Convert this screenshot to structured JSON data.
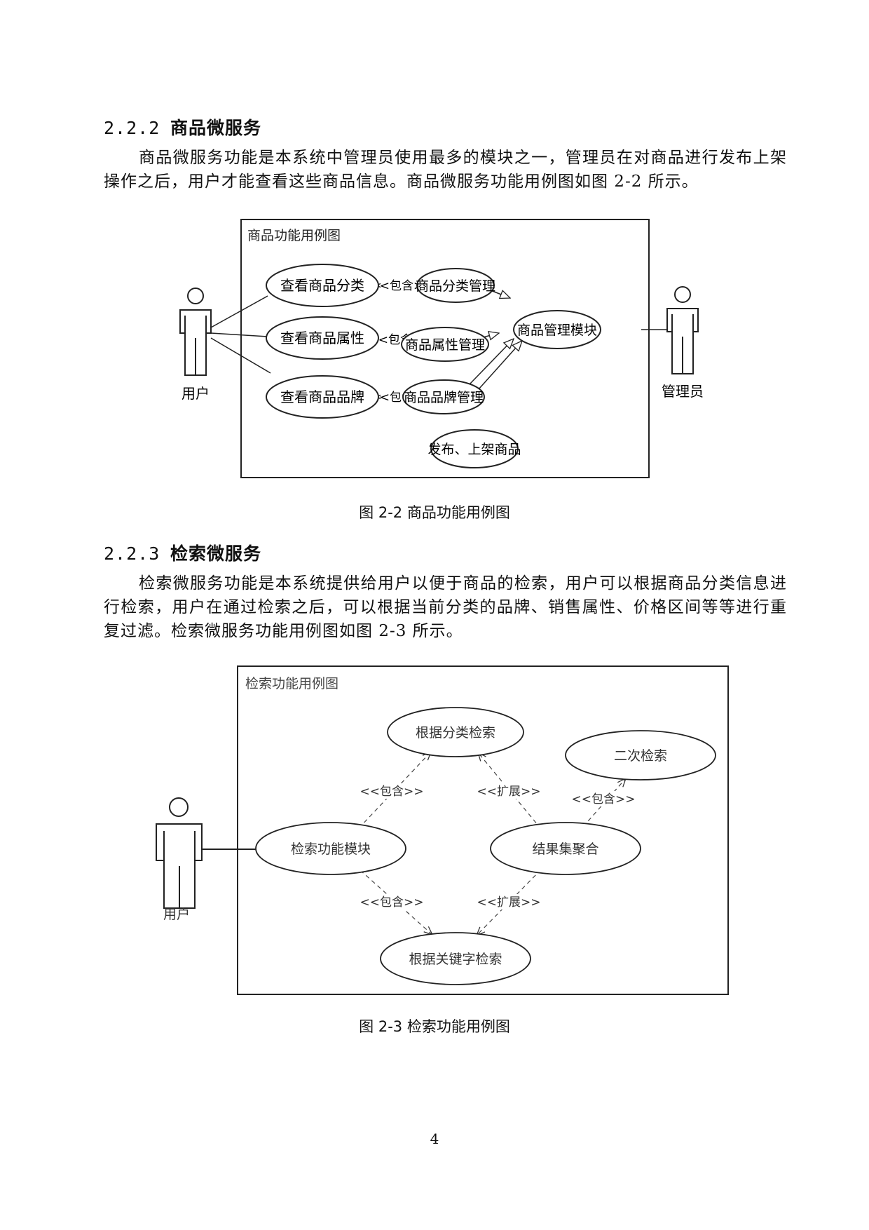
{
  "section_222": {
    "number": "2.2.2",
    "title": "商品微服务"
  },
  "para_222": "商品微服务功能是本系统中管理员使用最多的模块之一，管理员在对商品进行发布上架操作之后，用户才能查看这些商品信息。商品微服务功能用例图如图 2-2 所示。",
  "fig_22": {
    "frame_title": "商品功能用例图",
    "actor_user": "用户",
    "actor_admin": "管理员",
    "uc_view_category": "查看商品分类",
    "uc_view_attr": "查看商品属性",
    "uc_view_brand": "查看商品品牌",
    "uc_category_mgmt": "商品分类管理",
    "uc_attr_mgmt": "商品属性管理",
    "uc_brand_mgmt": "商品品牌管理",
    "uc_mgmt_module": "商品管理模块",
    "uc_publish": "发布、上架商品",
    "include": "<<包含>>",
    "caption": "图 2-2  商品功能用例图"
  },
  "section_223": {
    "number": "2.2.3",
    "title": "检索微服务"
  },
  "para_223": "检索微服务功能是本系统提供给用户以便于商品的检索，用户可以根据商品分类信息进行检索，用户在通过检索之后，可以根据当前分类的品牌、销售属性、价格区间等等进行重复过滤。检索微服务功能用例图如图 2-3 所示。",
  "fig_23": {
    "frame_title": "检索功能用例图",
    "actor_user": "用户",
    "uc_by_category": "根据分类检索",
    "uc_secondary": "二次检索",
    "uc_search_module": "检索功能模块",
    "uc_result_agg": "结果集聚合",
    "uc_by_keyword": "根据关键字检索",
    "include": "<<包含>>",
    "extend": "<<扩展>>",
    "caption": "图 2-3  检索功能用例图"
  },
  "page_number": "4"
}
